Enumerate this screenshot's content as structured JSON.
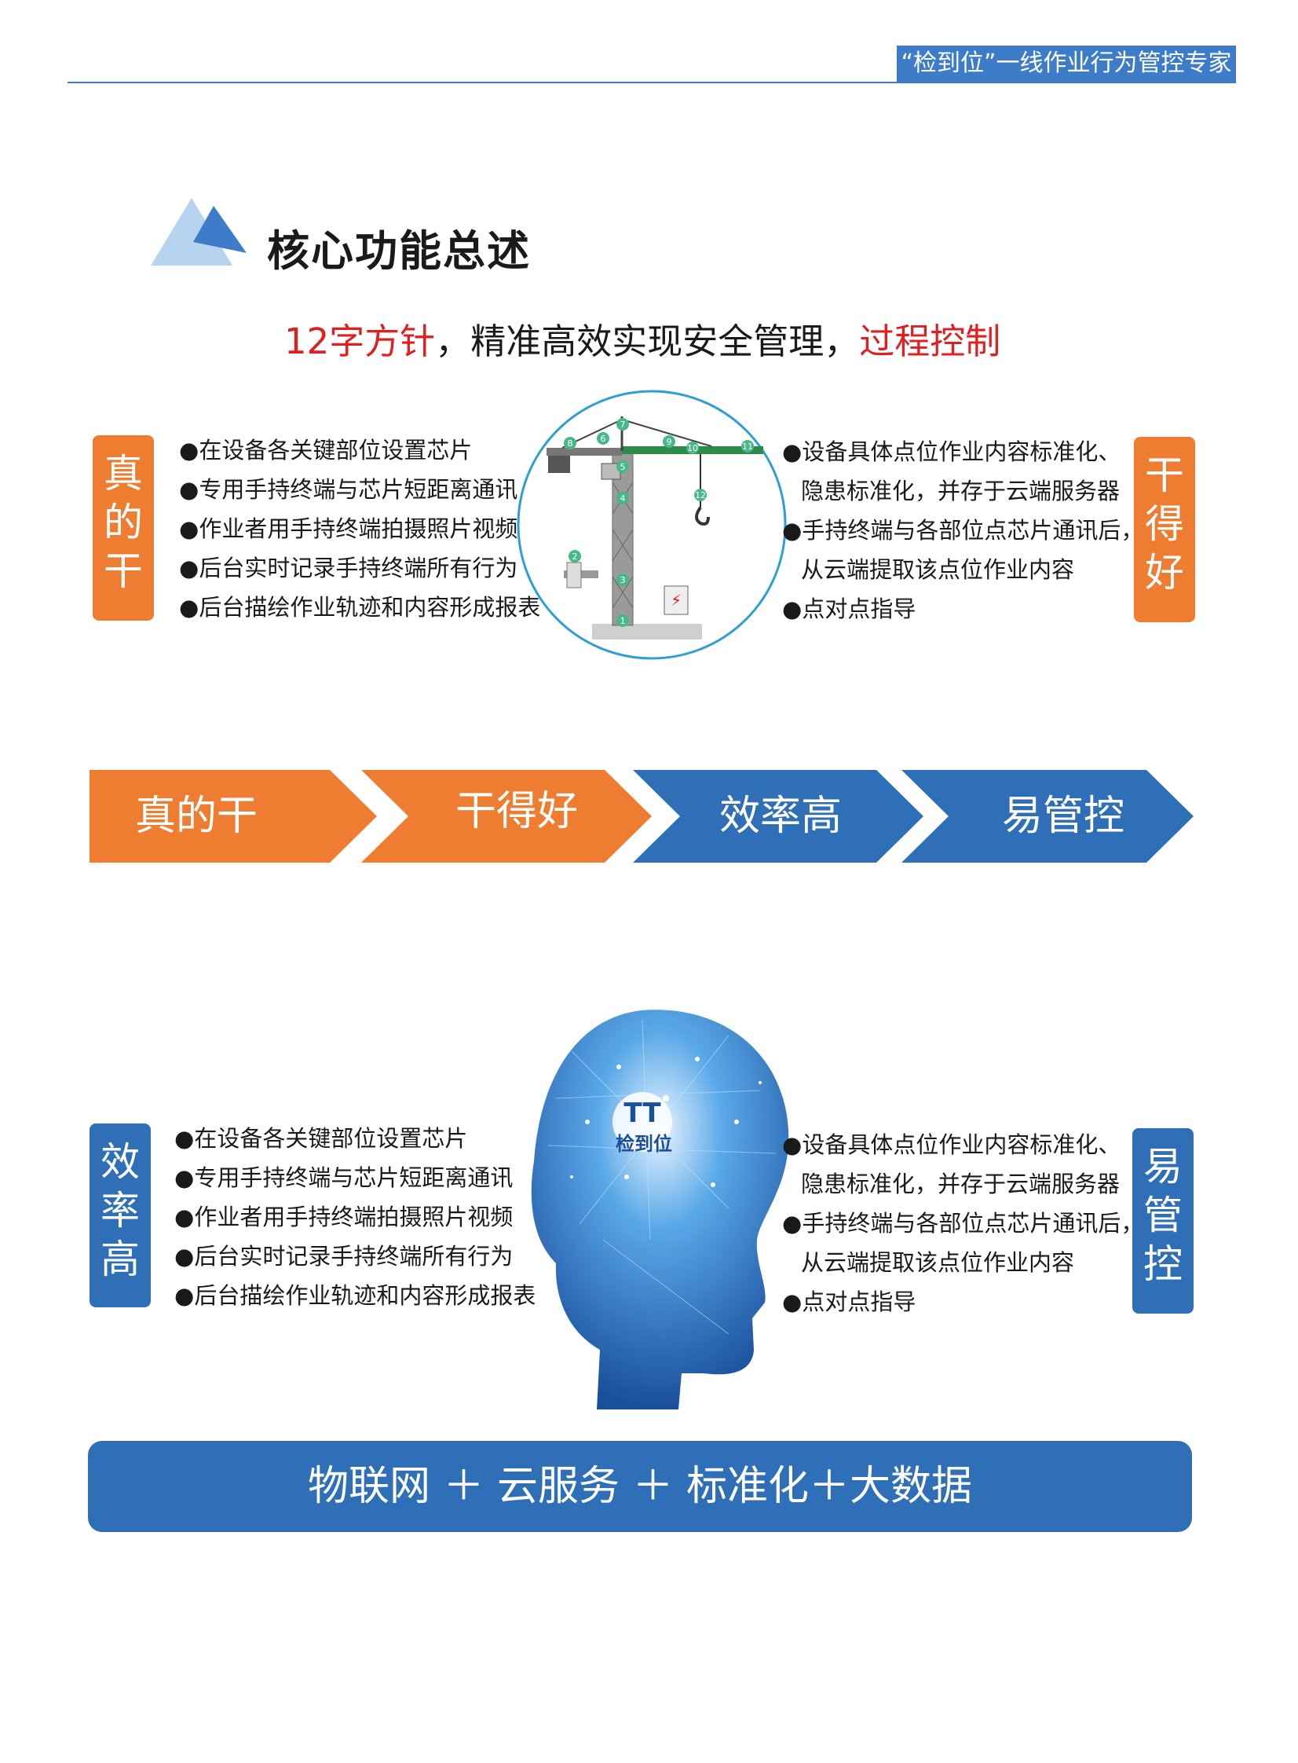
{
  "header": {
    "tag": "“检到位”一线作业行为管控专家"
  },
  "section": {
    "title": "核心功能总述",
    "subtitle_part1": "12字方针",
    "subtitle_part2": "，精准高效实现安全管理，",
    "subtitle_part3": "过程控制"
  },
  "block1": {
    "left_badge": [
      "真",
      "的",
      "干"
    ],
    "right_badge": [
      "干",
      "得",
      "好"
    ],
    "left_items": [
      "在设备各关键部位设置芯片",
      "专用手持终端与芯片短距离通讯",
      "作业者用手持终端拍摄照片视频",
      "后台实时记录手持终端所有行为",
      "后台描绘作业轨迹和内容形成报表"
    ],
    "right_items": [
      "设备具体点位作业内容标准化、",
      "隐患标准化，并存于云端服务器",
      "手持终端与各部位点芯片通讯后，",
      "从云端提取该点位作业内容",
      "点对点指导"
    ],
    "crane_markers": [
      "1",
      "2",
      "3",
      "4",
      "5",
      "6",
      "7",
      "8",
      "9",
      "10",
      "11",
      "12"
    ]
  },
  "chevrons": [
    {
      "label": "真的干",
      "color": "#ef7d31"
    },
    {
      "label": "干得好",
      "color": "#ef7d31"
    },
    {
      "label": "效率高",
      "color": "#2e6fb8"
    },
    {
      "label": "易管控",
      "color": "#2e6fb8"
    }
  ],
  "block2": {
    "left_badge": [
      "效",
      "率",
      "高"
    ],
    "right_badge": [
      "易",
      "管",
      "控"
    ],
    "left_items": [
      "在设备各关键部位设置芯片",
      "专用手持终端与芯片短距离通讯",
      "作业者用手持终端拍摄照片视频",
      "后台实时记录手持终端所有行为",
      "后台描绘作业轨迹和内容形成报表"
    ],
    "right_items": [
      "设备具体点位作业内容标准化、",
      "隐患标准化，并存于云端服务器",
      "手持终端与各部位点芯片通讯后，",
      "从云端提取该点位作业内容",
      "点对点指导"
    ],
    "logo_text": "检到位"
  },
  "bottom_bar": "物联网 ＋ 云服务 ＋ 标准化＋大数据",
  "colors": {
    "orange": "#ef7d31",
    "blue": "#2e6fb8",
    "header_blue": "#3d7cc9",
    "red": "#e02020"
  }
}
